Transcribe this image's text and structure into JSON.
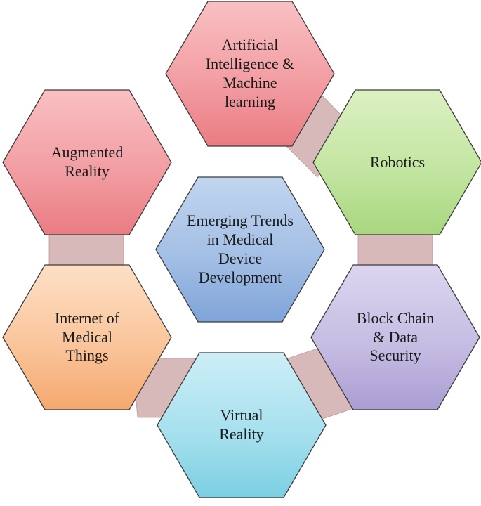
{
  "colors": {
    "connector": "#d8b9b9",
    "connector_edge": "#b99a9a",
    "red": "#ee8a8f",
    "green": "#b6de8f",
    "purple": "#bcb1dd",
    "cyan": "#92d8e8",
    "orange": "#f8b889",
    "blue": "#8eb0de"
  },
  "center": {
    "label": "Emerging Trends\nin Medical\nDevice\nDevelopment",
    "color": "blue"
  },
  "nodes": [
    {
      "id": "ai-ml",
      "label": "Artificial\nIntelligence &\nMachine\nlearning",
      "color": "red"
    },
    {
      "id": "robotics",
      "label": "Robotics",
      "color": "green"
    },
    {
      "id": "blockchain",
      "label": "Block Chain\n& Data\nSecurity",
      "color": "purple"
    },
    {
      "id": "virtual-reality",
      "label": "Virtual\nReality",
      "color": "cyan"
    },
    {
      "id": "iomt",
      "label": "Internet of\nMedical\nThings",
      "color": "orange"
    },
    {
      "id": "augmented-reality",
      "label": "Augmented\nReality",
      "color": "red"
    }
  ]
}
